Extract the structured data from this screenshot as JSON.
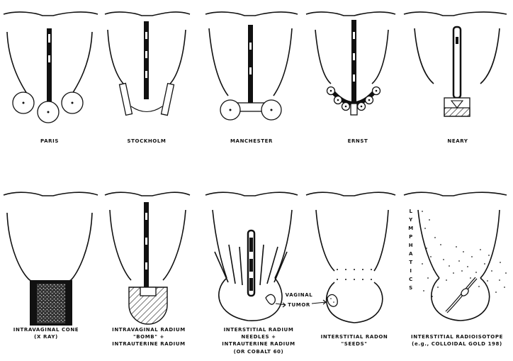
{
  "top_row": {
    "paris": "PARIS",
    "stockholm": "STOCKHOLM",
    "manchester": "MANCHESTER",
    "ernst": "ERNST",
    "neary": "NEARY"
  },
  "bottom_row": {
    "cone": [
      "INTRAVAGINAL CONE",
      "(X RAY)"
    ],
    "bomb": [
      "INTRAVAGINAL RADIUM",
      "\"BOMB\" +",
      "INTRAUTERINE RADIUM"
    ],
    "needles": [
      "INTERSTITIAL RADIUM",
      "NEEDLES +",
      "INTRAUTERINE RADIUM",
      "(OR COBALT 60)"
    ],
    "seeds": [
      "INTERSTITIAL RADON",
      "\"SEEDS\""
    ],
    "isotope": [
      "INTERSTITIAL RADIOISOTOPE",
      "(e.g., COLLOIDAL GOLD 198)"
    ]
  },
  "annotations": {
    "vaginal_tumor": [
      "VAGINAL",
      "TUMOR"
    ],
    "lymphatics": "LYMPHATICS"
  }
}
